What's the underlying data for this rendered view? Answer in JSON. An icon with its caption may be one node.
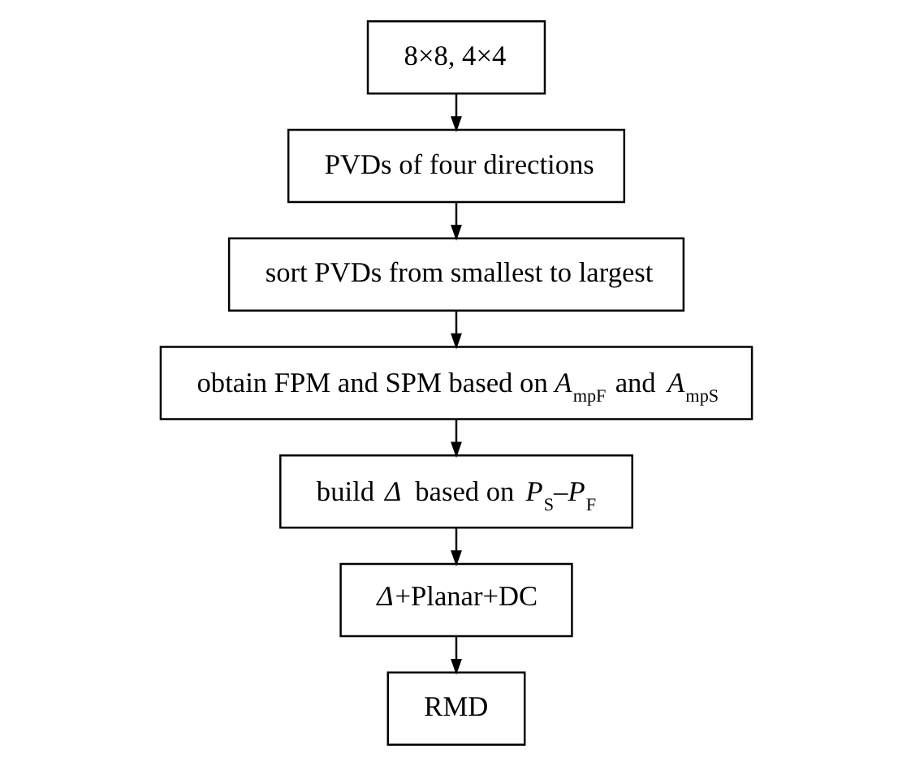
{
  "diagram": {
    "nodes": [
      {
        "text": [
          "8×8, 4×4"
        ]
      },
      {
        "text": [
          "PVDs of four directions"
        ]
      },
      {
        "text": [
          "sort PVDs from smallest to largest"
        ]
      },
      {
        "text": [
          "obtain FPM and SPM based on *A*$_{mpF}$ and *A*$_{mpS}$"
        ]
      },
      {
        "text": [
          "build *Δ* based on *P*$_{S}$–*P*$_{F}$"
        ]
      },
      {
        "text": [
          "*Δ*+Planar+DC"
        ]
      },
      {
        "text": [
          "RMD"
        ]
      }
    ],
    "edges": [
      {
        "from": 0,
        "to": 1,
        "arrow": "to"
      },
      {
        "from": 1,
        "to": 2,
        "arrow": "to"
      },
      {
        "from": 2,
        "to": 3,
        "arrow": "to"
      },
      {
        "from": 3,
        "to": 4,
        "arrow": "to"
      },
      {
        "from": 4,
        "to": 5,
        "arrow": "to"
      },
      {
        "from": 5,
        "to": 6,
        "arrow": "to"
      }
    ]
  }
}
